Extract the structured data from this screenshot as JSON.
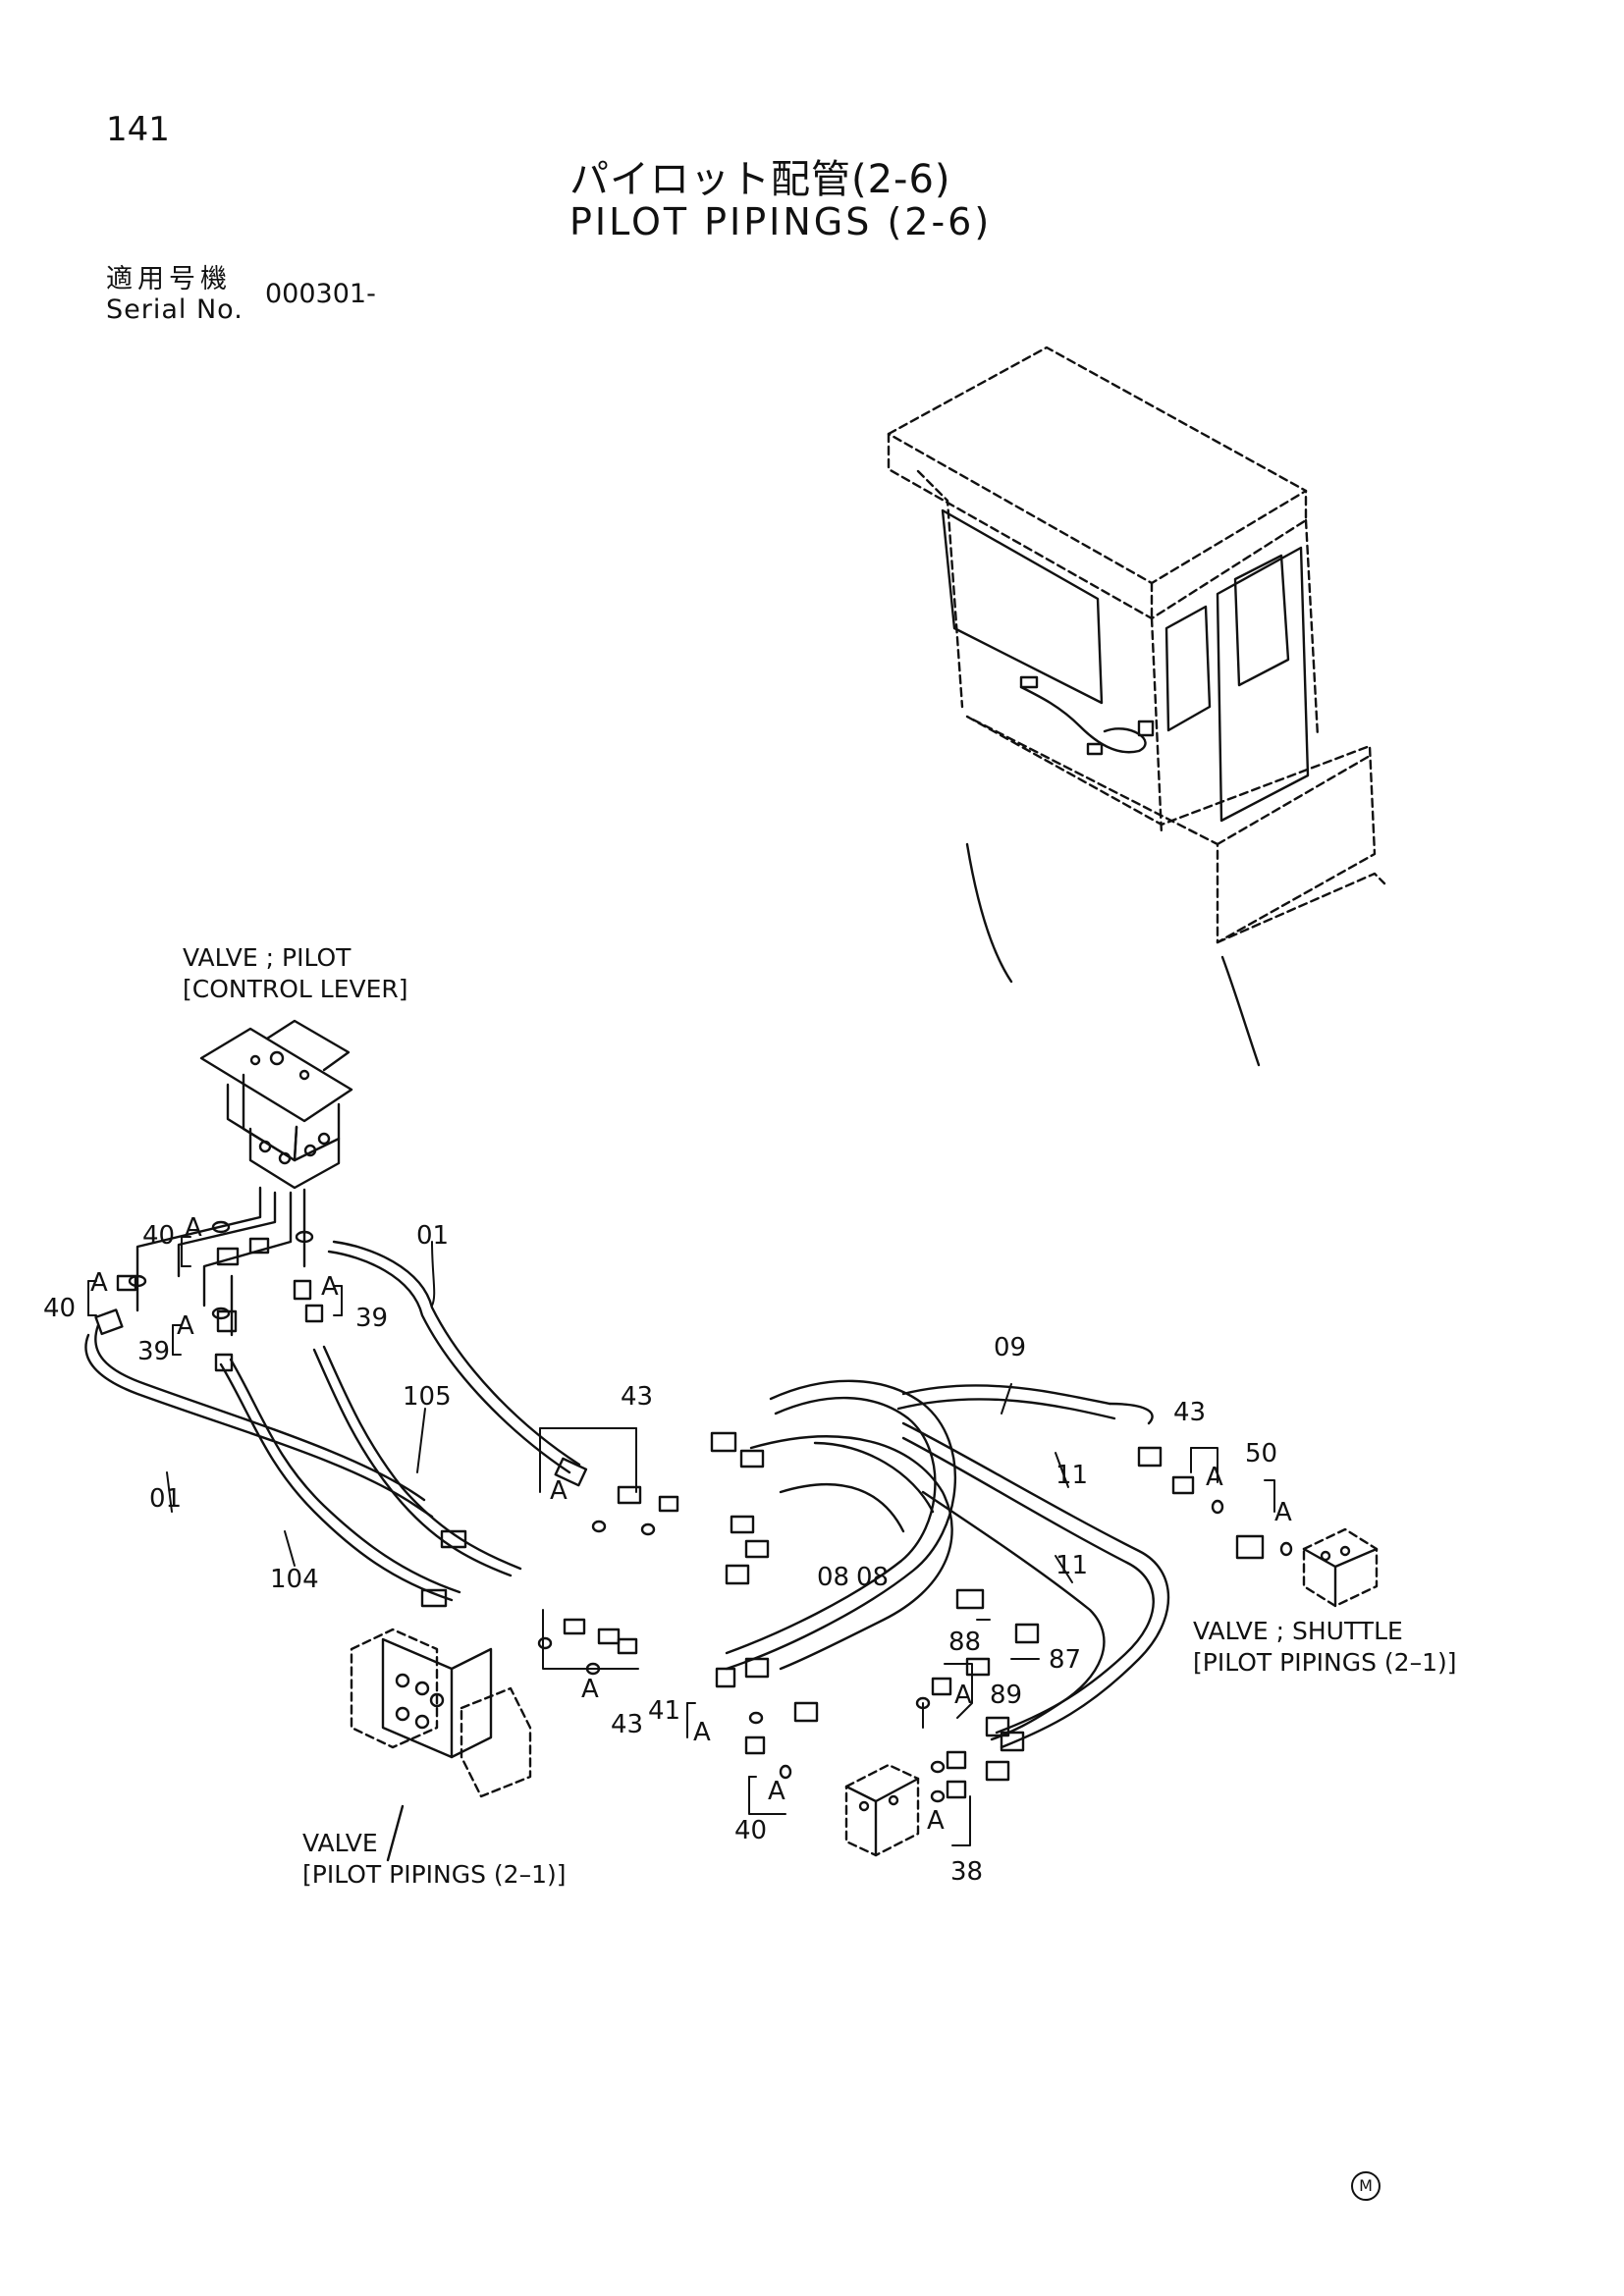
{
  "page_number": "141",
  "title": {
    "japanese": "パイロット配管(2-6)",
    "english": "PILOT PIPINGS (2-6)"
  },
  "serial": {
    "label_jp": "適用号機",
    "label_en": "Serial No.",
    "value": "000301-"
  },
  "callouts": {
    "control_lever_1": "VALVE ; PILOT",
    "control_lever_2": "[CONTROL LEVER]",
    "shuttle_1": "VALVE ; SHUTTLE",
    "shuttle_2": "[PILOT PIPINGS (2–1)]",
    "valve_1": "VALVE",
    "valve_2": "[PILOT PIPINGS (2–1)]"
  },
  "detail_marker": "A",
  "parts": {
    "p01a": "01",
    "p01b": "01",
    "p09": "09",
    "p105": "105",
    "p104": "104",
    "p43a": "43",
    "p43b": "43",
    "p43c": "43",
    "p11a": "11",
    "p11b": "11",
    "p50": "50",
    "p08a": "08",
    "p08b": "08",
    "p88": "88",
    "p87": "87",
    "p89": "89",
    "p41": "41",
    "p40a": "40",
    "p40b": "40",
    "p40c": "40",
    "p39a": "39",
    "p39b": "39",
    "p38": "38"
  },
  "maker_mark": "M"
}
